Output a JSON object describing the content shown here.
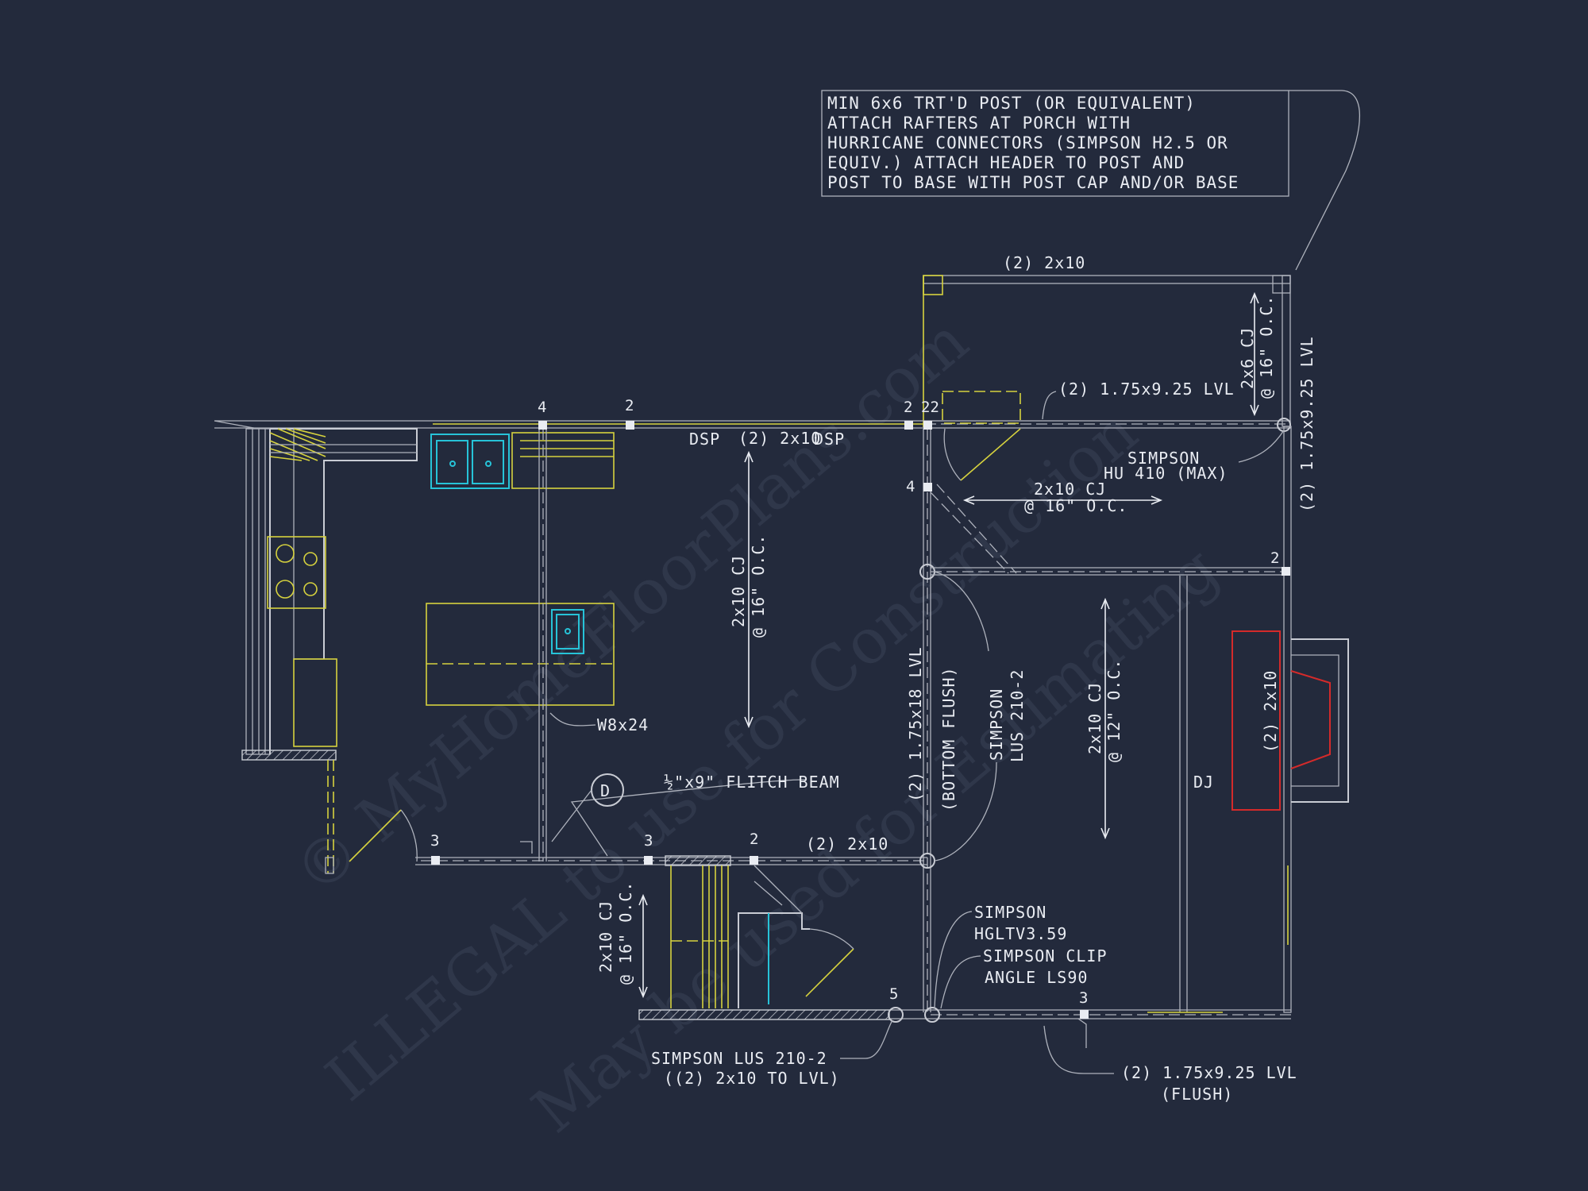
{
  "watermark": {
    "line1": "© MyHomeFloorPlans.com",
    "line2": "ILLEGAL to use for Construction",
    "line3": "May be used for Estimating"
  },
  "general_note": [
    "MIN 6x6 TRT'D POST (OR EQUIVALENT)",
    "ATTACH RAFTERS AT PORCH WITH",
    "HURRICANE CONNECTORS (SIMPSON H2.5 OR",
    "EQUIV.) ATTACH HEADER TO POST AND",
    "POST TO BASE WITH POST CAP AND/OR BASE"
  ],
  "labels": {
    "porch_header": "(2) 2x10",
    "porch_joists_1": "2x6 CJ",
    "porch_joists_2": "@ 16\" O.C.",
    "lvl_upper": "(2) 1.75x9.25 LVL",
    "lvl_right": "(2) 1.75x9.25 LVL",
    "hanger_1": "SIMPSON",
    "hanger_2": "HU 410 (MAX)",
    "cj_upper_right_1": "2x10 CJ",
    "cj_upper_right_2": "@ 16\" O.C.",
    "dsp_left": "DSP",
    "top_header": "(2) 2x10",
    "dsp_right": "DSP",
    "cj_kitchen_1": "2x10 CJ",
    "cj_kitchen_2": "@ 16\" O.C.",
    "steel_beam": "W8x24",
    "flitch_beam": "½\"x9\" FLITCH BEAM",
    "detail_tag": "D",
    "lower_header": "(2) 2x10",
    "lvl_vertical": "(2) 1.75x18 LVL",
    "bottom_flush": "(BOTTOM FLUSH)",
    "lus_1": "SIMPSON",
    "lus_2": "LUS 210-2",
    "cj_living_1": "2x10 CJ",
    "cj_living_2": "@ 12\" O.C.",
    "dj": "DJ",
    "fireplace_header": "(2) 2x10",
    "cj_lower_left_1": "2x10 CJ",
    "cj_lower_left_2": "@ 16\" O.C.",
    "hgltv_1": "SIMPSON",
    "hgltv_2": "HGLTV3.59",
    "clip_1": "SIMPSON CLIP",
    "clip_2": "ANGLE LS90",
    "lus_bottom_1": "SIMPSON LUS 210-2",
    "lus_bottom_2": "((2) 2x10 TO LVL)",
    "lvl_bottom_1": "(2) 1.75x9.25 LVL",
    "lvl_bottom_2": "(FLUSH)"
  },
  "post_counts": {
    "top_4": "4",
    "top_2a": "2",
    "top_2b": "2",
    "top_22": "22",
    "mid_4": "4",
    "right_2": "2",
    "low_3a": "3",
    "low_3b": "3",
    "low_2": "2",
    "bot_5": "5",
    "bot_3": "3"
  },
  "colors": {
    "background": "#232a3c",
    "wall": "#c9ccd4",
    "casework": "#d6d23e",
    "plumbing": "#27c3d8",
    "fireplace": "#d42a2a",
    "text": "#e9ecf2"
  }
}
